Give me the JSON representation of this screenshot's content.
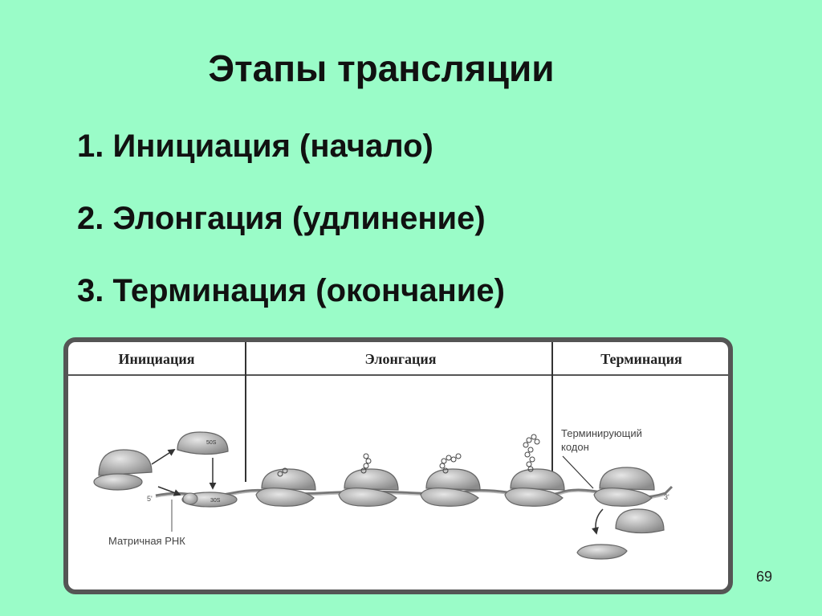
{
  "slide": {
    "title": "Этапы трансляции",
    "stages": [
      "1. Инициация (начало)",
      "2. Элонгация (удлинение)",
      "3. Терминация (окончание)"
    ],
    "page_number": "69"
  },
  "figure": {
    "headers": [
      "Инициация",
      "Элонгация",
      "Терминация"
    ],
    "labels": {
      "mrna": "Матричная РНК",
      "stop_codon_line1": "Терминирующий",
      "stop_codon_line2": "кодон",
      "subunit_large": "50S",
      "subunit_small": "30S",
      "end5": "5'",
      "end3": "3'"
    },
    "colors": {
      "background": "#9afcc8",
      "panel": "#ffffff",
      "frame": "#555555",
      "ribosome": "#b8b8b8"
    }
  }
}
